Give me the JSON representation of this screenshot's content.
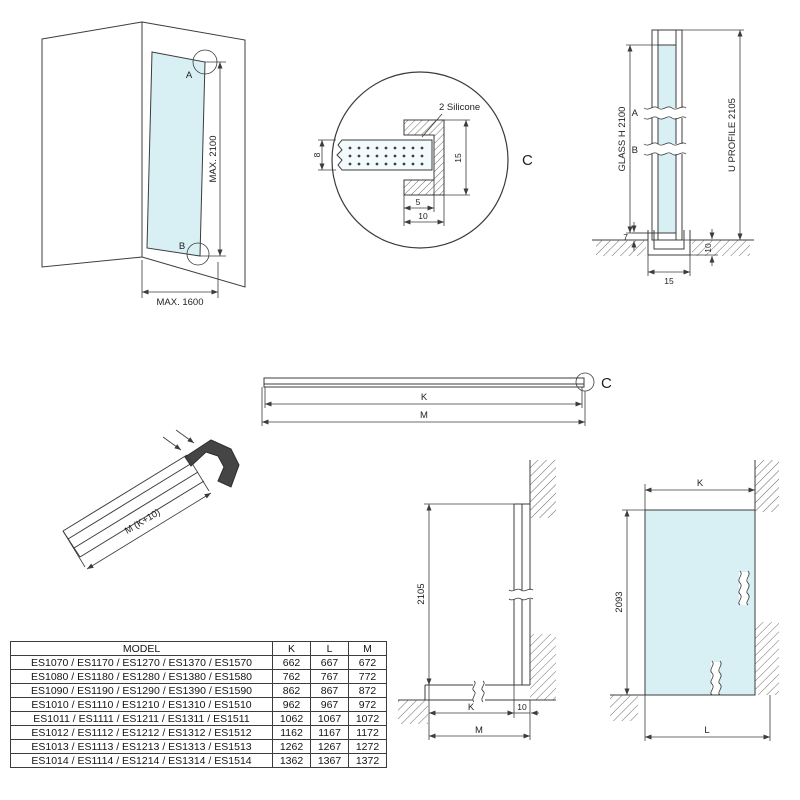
{
  "colors": {
    "glass": "#d8f0f3",
    "line": "#3c3c3c",
    "dark_profile": "#454545",
    "hatch": "#6a6a6a"
  },
  "corner": {
    "max_h": "MAX. 2100",
    "max_w": "MAX. 1600",
    "a": "A",
    "b": "B"
  },
  "detail": {
    "callout": "2 Silicone",
    "d8": "8",
    "d15": "15",
    "d5": "5",
    "d10": "10",
    "c": "C"
  },
  "section": {
    "glass_label": "GLASS H 2100",
    "profile_label": "U PROFILE 2105",
    "a": "A",
    "b": "B",
    "d7": "7",
    "d10": "10",
    "d15": "15"
  },
  "bar": {
    "k": "K",
    "m": "M",
    "c": "C"
  },
  "iso": {
    "length_label": "M (K+10)"
  },
  "front": {
    "height": "2105",
    "k": "K",
    "d10": "10",
    "m": "M"
  },
  "glass_elev": {
    "k": "K",
    "height": "2093",
    "l": "L"
  },
  "table": {
    "headers": {
      "model": "MODEL",
      "k": "K",
      "l": "L",
      "m": "M"
    },
    "rows": [
      {
        "model": "ES1070 / ES1170 / ES1270 / ES1370 / ES1570",
        "k": "662",
        "l": "667",
        "m": "672"
      },
      {
        "model": "ES1080 / ES1180 / ES1280 / ES1380 / ES1580",
        "k": "762",
        "l": "767",
        "m": "772"
      },
      {
        "model": "ES1090 / ES1190 / ES1290 / ES1390 / ES1590",
        "k": "862",
        "l": "867",
        "m": "872"
      },
      {
        "model": "ES1010 / ES1110 / ES1210 / ES1310 / ES1510",
        "k": "962",
        "l": "967",
        "m": "972"
      },
      {
        "model": "ES1011 / ES1111 / ES1211 / ES1311 / ES1511",
        "k": "1062",
        "l": "1067",
        "m": "1072"
      },
      {
        "model": "ES1012 / ES1112 / ES1212 / ES1312 / ES1512",
        "k": "1162",
        "l": "1167",
        "m": "1172"
      },
      {
        "model": "ES1013 / ES1113 / ES1213 / ES1313 / ES1513",
        "k": "1262",
        "l": "1267",
        "m": "1272"
      },
      {
        "model": "ES1014 / ES1114 / ES1214 / ES1314 / ES1514",
        "k": "1362",
        "l": "1367",
        "m": "1372"
      }
    ]
  }
}
